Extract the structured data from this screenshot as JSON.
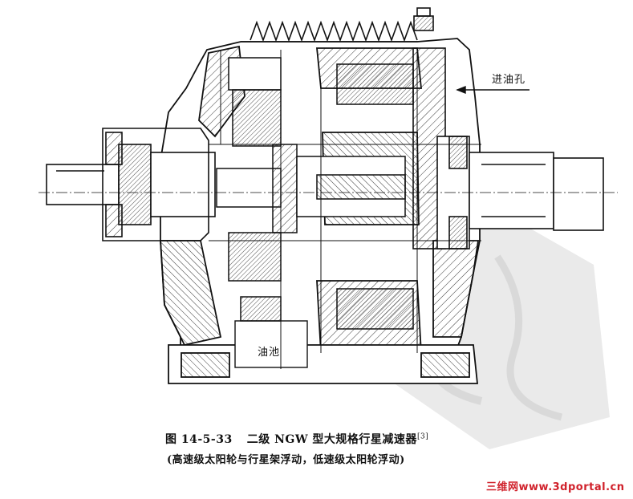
{
  "labels": {
    "oil_inlet": "进油孔",
    "oil_pool": "油池"
  },
  "caption": {
    "figure_number": "图 14-5-33",
    "title": "二级 NGW 型大规格行星减速器",
    "ref": "[3]",
    "subtitle": "(高速级太阳轮与行星架浮动，低速级太阳轮浮动)"
  },
  "watermark": {
    "site": "三维网www.3dportal.cn"
  },
  "colors": {
    "ink": "#111111",
    "paper": "#ffffff",
    "stamp": "#d9d9d9",
    "site_text": "#d0202a"
  }
}
